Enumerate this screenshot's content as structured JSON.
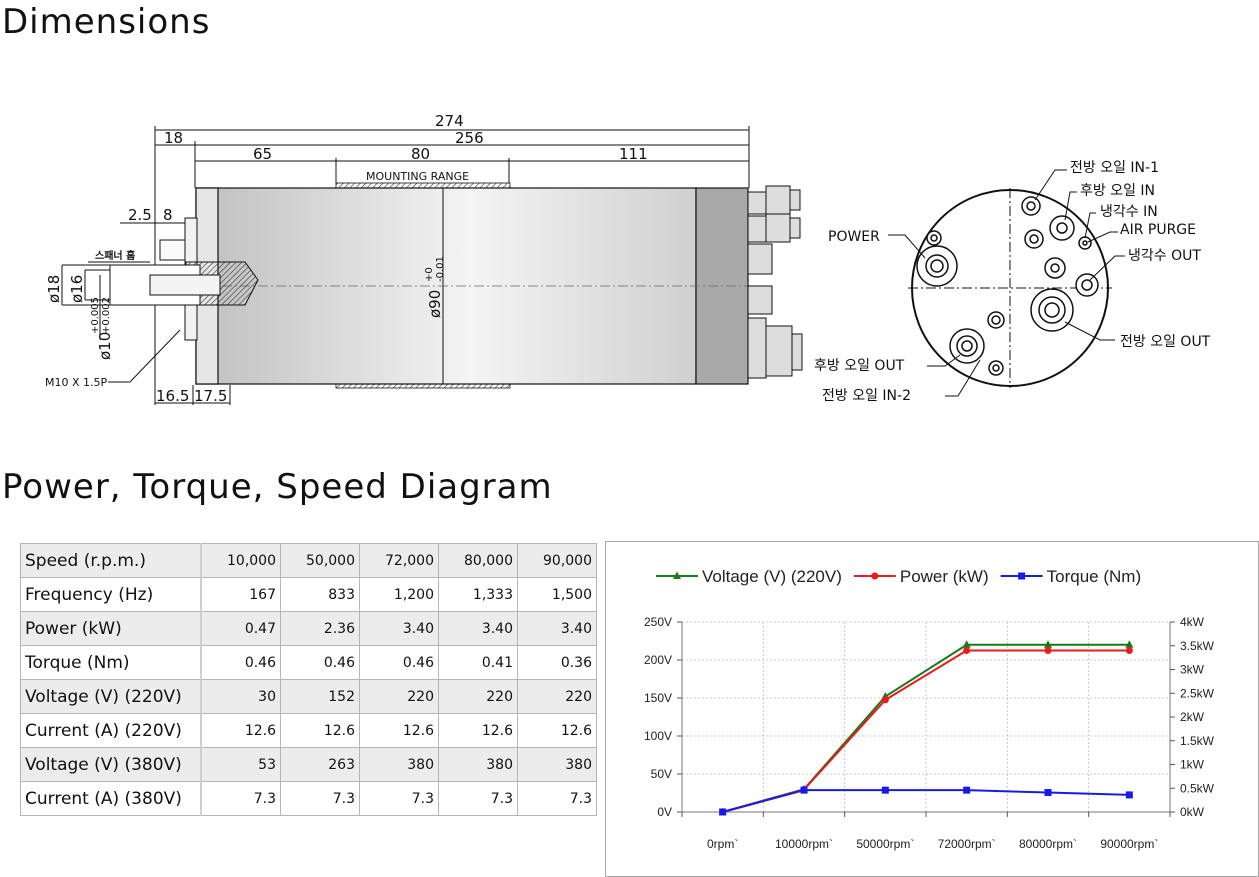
{
  "headings": {
    "dimensions": "Dimensions",
    "diagram": "Power, Torque, Speed Diagram"
  },
  "drawing": {
    "dims": {
      "d274": "274",
      "d256": "256",
      "d18": "18",
      "d65": "65",
      "d80": "80",
      "d111": "111",
      "d25": "2.5",
      "d8": "8",
      "d165": "16.5",
      "d175": "17.5",
      "phi18": "ø18",
      "phi16": "ø16",
      "phi10": "ø10",
      "tol10_up": "+0.005",
      "tol10_dn": "+0.002",
      "phi90": "ø90",
      "tol90_up": "+0",
      "tol90_dn": "-0.01"
    },
    "labels": {
      "mounting": "MOUNTING RANGE",
      "spanner": "스패너 홈",
      "thread": "M10 X 1.5P",
      "power": "POWER",
      "front_in1": "전방 오일 IN-1",
      "rear_in": "후방 오일 IN",
      "cool_in": "냉각수 IN",
      "air": "AIR PURGE",
      "cool_out": "냉각수 OUT",
      "front_out": "전방 오일 OUT",
      "rear_out": "후방 오일 OUT",
      "front_in2": "전방 오일 IN-2"
    }
  },
  "table": {
    "rows": [
      {
        "label": "Speed (r.p.m.)",
        "values": [
          "10,000",
          "50,000",
          "72,000",
          "80,000",
          "90,000"
        ]
      },
      {
        "label": "Frequency (Hz)",
        "values": [
          "167",
          "833",
          "1,200",
          "1,333",
          "1,500"
        ]
      },
      {
        "label": "Power (kW)",
        "values": [
          "0.47",
          "2.36",
          "3.40",
          "3.40",
          "3.40"
        ]
      },
      {
        "label": "Torque (Nm)",
        "values": [
          "0.46",
          "0.46",
          "0.46",
          "0.41",
          "0.36"
        ]
      },
      {
        "label": "Voltage (V) (220V)",
        "values": [
          "30",
          "152",
          "220",
          "220",
          "220"
        ]
      },
      {
        "label": "Current (A) (220V)",
        "values": [
          "12.6",
          "12.6",
          "12.6",
          "12.6",
          "12.6"
        ]
      },
      {
        "label": "Voltage (V) (380V)",
        "values": [
          "53",
          "263",
          "380",
          "380",
          "380"
        ]
      },
      {
        "label": "Current (A) (380V)",
        "values": [
          "7.3",
          "7.3",
          "7.3",
          "7.3",
          "7.3"
        ]
      }
    ]
  },
  "chart_data": {
    "type": "line",
    "categories": [
      "0rpm`",
      "10000rpm`",
      "50000rpm`",
      "72000rpm`",
      "80000rpm`",
      "90000rpm`"
    ],
    "series": [
      {
        "name": "Voltage (V) (220V)",
        "axis": "left",
        "color": "#1a7a1a",
        "marker": "triangle",
        "values": [
          0,
          30,
          152,
          220,
          220,
          220
        ]
      },
      {
        "name": "Power (kW)",
        "axis": "right",
        "color": "#e81c1c",
        "marker": "circle",
        "values": [
          0,
          0.47,
          2.36,
          3.4,
          3.4,
          3.4
        ]
      },
      {
        "name": "Torque (Nm)",
        "axis": "right",
        "color": "#1a1ae8",
        "marker": "square",
        "values": [
          0,
          0.46,
          0.46,
          0.46,
          0.41,
          0.36
        ]
      }
    ],
    "y_left": {
      "ticks": [
        "0V",
        "50V",
        "100V",
        "150V",
        "200V",
        "250V"
      ],
      "ylim": [
        0,
        250
      ]
    },
    "y_right": {
      "ticks": [
        "0kW",
        "0.5kW",
        "1kW",
        "1.5kW",
        "2kW",
        "2.5kW",
        "3kW",
        "3.5kW",
        "4kW"
      ],
      "ylim": [
        0,
        4
      ]
    },
    "legend": "top",
    "grid": true
  }
}
